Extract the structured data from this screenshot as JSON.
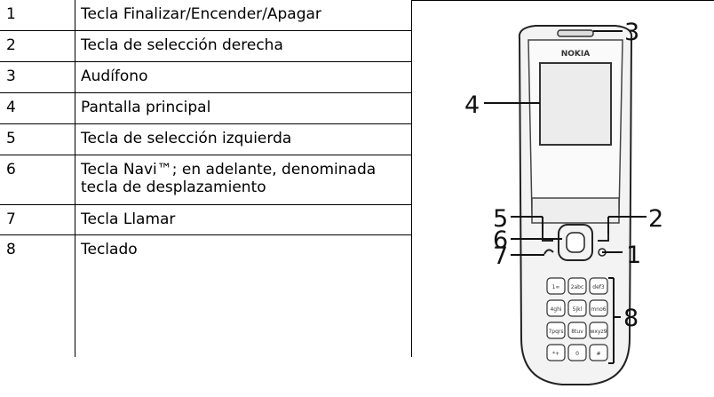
{
  "table": {
    "rows": [
      {
        "num": "1",
        "desc": "Tecla Finalizar/Encender/Apagar"
      },
      {
        "num": "2",
        "desc": "Tecla de selección derecha"
      },
      {
        "num": "3",
        "desc": "Audífono"
      },
      {
        "num": "4",
        "desc": "Pantalla principal"
      },
      {
        "num": "5",
        "desc": "Tecla de selección izquierda"
      },
      {
        "num": "6",
        "desc": "Tecla Navi™; en adelante, denominada tecla de desplazamiento"
      },
      {
        "num": "7",
        "desc": "Tecla Llamar"
      },
      {
        "num": "8",
        "desc": "Teclado"
      }
    ]
  },
  "figure": {
    "brand": "NOKIA",
    "callouts": [
      "3",
      "4",
      "5",
      "2",
      "6",
      "1",
      "7",
      "8"
    ],
    "keypad": [
      "1∞",
      "2abc",
      "def3",
      "4ghi",
      "5jkl",
      "mno6",
      "7pqrs",
      "8tuv",
      "wxyz9",
      "*+",
      "0",
      "#"
    ]
  }
}
